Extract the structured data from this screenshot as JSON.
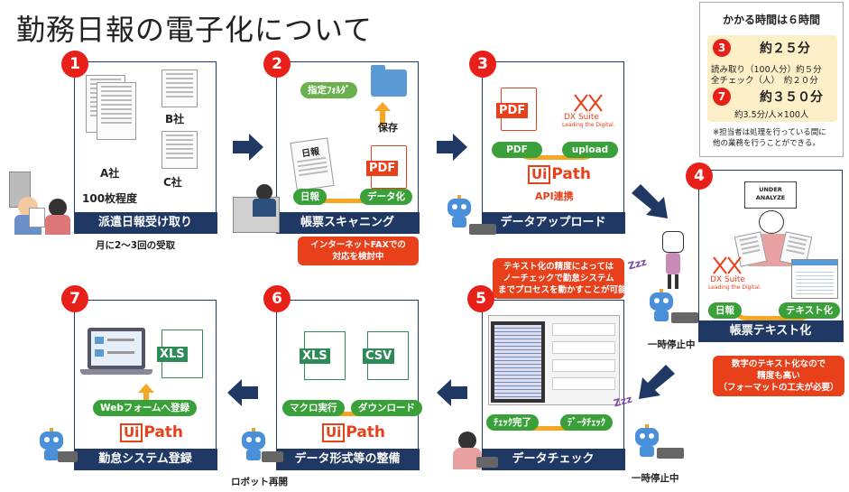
{
  "title": "勤務日報の電子化について",
  "steps": {
    "s1": {
      "num": "1",
      "label": "派遣日報受け取り",
      "a": "A社",
      "b": "B社",
      "c": "C社",
      "count": "100枚程度",
      "below": "月に2～3回の受取"
    },
    "s2": {
      "num": "2",
      "label": "帳票スキャニング",
      "folder": "指定ﾌｫﾙﾀﾞ",
      "save": "保存",
      "doc": "日報",
      "pdf": "PDF",
      "pill_left": "日報",
      "pill_right": "データ化",
      "callout": "インターネットFAXでの\n対応を検討中"
    },
    "s3": {
      "num": "3",
      "label": "データアップロード",
      "pdf": "PDF",
      "dx_name": "DX Suite",
      "dx_tag": "Leading the Digital.",
      "pill_left": "PDF",
      "pill_right": "upload",
      "uipath": "Path",
      "uipath_mark": "Ui",
      "api": "API連携"
    },
    "s4": {
      "num": "4",
      "label": "帳票テキスト化",
      "sign1": "UNDER",
      "sign2": "ANALYZE",
      "dx_name": "DX Suite",
      "dx_tag": "Leading the Digital.",
      "pill_left": "日報",
      "pill_right": "テキスト化",
      "pause": "一時停止中",
      "callout": "数字のテキスト化なので\n精度も高い\n（フォーマットの工夫が必要）"
    },
    "s5": {
      "num": "5",
      "label": "データチェック",
      "pill_left": "ﾁｪｯｸ完了",
      "pill_right": "ﾃﾞｰﾀﾁｪｯｸ",
      "callout": "テキスト化の精度によっては\nノーチェックで勤怠システム\nまでプロセスを動かすことが可能",
      "pause": "一時停止中"
    },
    "s6": {
      "num": "6",
      "label": "データ形式等の整備",
      "xls": "XLS",
      "csv": "CSV",
      "pill_left": "マクロ実行",
      "pill_right": "ダウンロード",
      "uipath": "Path",
      "uipath_mark": "Ui",
      "below": "ロボット再開"
    },
    "s7": {
      "num": "7",
      "label": "勤怠システム登録",
      "xls": "XLS",
      "pill": "Webフォームへ登録",
      "uipath": "Path",
      "uipath_mark": "Ui"
    }
  },
  "info": {
    "head": "かかる時間は６時間",
    "n3": "3",
    "n3_time": "約２５分",
    "n3_d1": "読み取り（100人分）約５分",
    "n3_d2": "全チェック（人）　約２０分",
    "n7": "7",
    "n7_time": "約３５０分",
    "n7_d1": "約3.5分/人×100人",
    "note": "※担当者は処理を行っている間に\n他の業務を行うことができる。"
  },
  "colors": {
    "navy": "#1f3864",
    "red": "#e8201a",
    "green": "#3aa13a",
    "orange": "#f5a623"
  },
  "zzz": "Zzz"
}
